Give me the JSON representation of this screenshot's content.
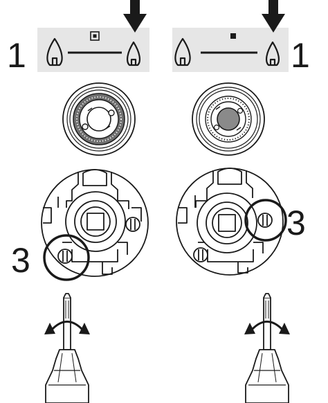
{
  "left_panel": {
    "step_label": "1",
    "mode_icon": "double-square-icon",
    "callout_label": "3"
  },
  "right_panel": {
    "step_label": "1",
    "mode_icon": "small-square-icon",
    "callout_label": "3"
  },
  "colors": {
    "ink": "#1a1a1a",
    "banner_fill": "#e6e6e6",
    "knob_ring_fill": "#6f6f6f",
    "knob_center_fill": "#8a8a8a"
  }
}
